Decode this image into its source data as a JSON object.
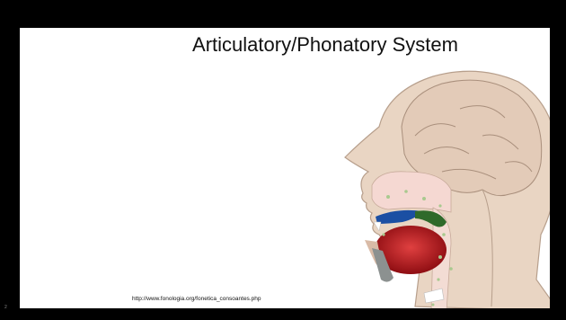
{
  "slide": {
    "title": "Articulatory/Phonatory System",
    "source_url": "http://www.fonologia.org/fonetica_consoantes.php",
    "slide_number": "2"
  },
  "illustration": {
    "subject": "head-sagittal-section",
    "colors": {
      "skin": "#e8d3c0",
      "outline": "#b79f8c",
      "nasal_cavity": "#f5d6d0",
      "soft_palate": "#1b4fa3",
      "palate_green": "#2f6a2a",
      "tongue": "#c4141c"
    }
  }
}
